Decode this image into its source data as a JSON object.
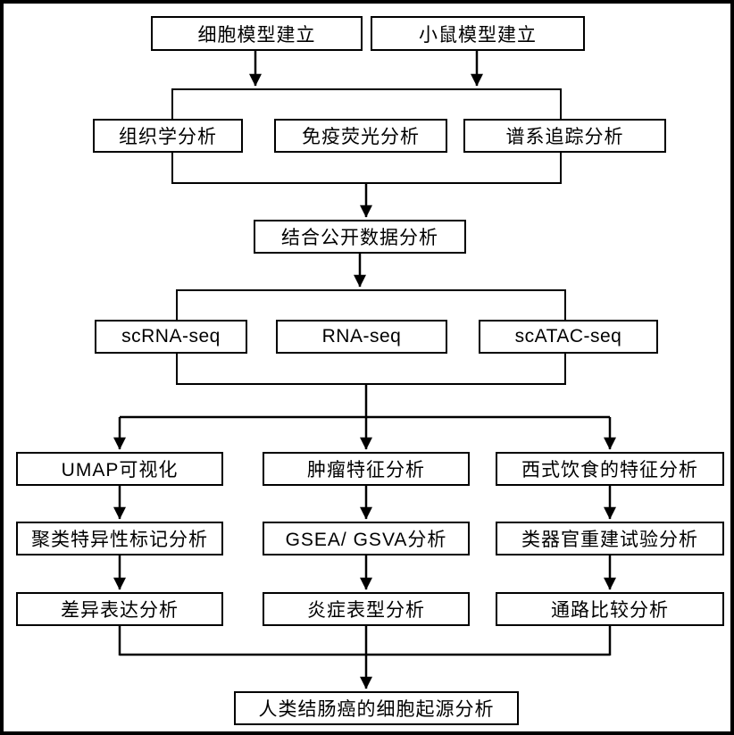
{
  "diagram": {
    "nodes": {
      "cell_model": "细胞模型建立",
      "mouse_model": "小鼠模型建立",
      "histology": "组织学分析",
      "immunofluorescence": "免疫荧光分析",
      "lineage_tracing": "谱系追踪分析",
      "public_data": "结合公开数据分析",
      "scrna_seq": "scRNA-seq",
      "rna_seq": "RNA-seq",
      "scatac_seq": "scATAC-seq",
      "umap": "UMAP可视化",
      "cluster_markers": "聚类特异性标记分析",
      "diff_expression": "差异表达分析",
      "tumor_features": "肿瘤特征分析",
      "gsea_gsva": "GSEA/ GSVA分析",
      "inflammation_phenotype": "炎症表型分析",
      "western_diet": "西式饮食的特征分析",
      "organoid_rebuild": "类器官重建试验分析",
      "pathway_comparison": "通路比较分析",
      "human_colon_origin": "人类结肠癌的细胞起源分析"
    },
    "colors": {
      "line": "#000000",
      "box_border": "#000000",
      "box_background": "#ffffff",
      "text": "#000000",
      "frame": "#000000"
    }
  }
}
